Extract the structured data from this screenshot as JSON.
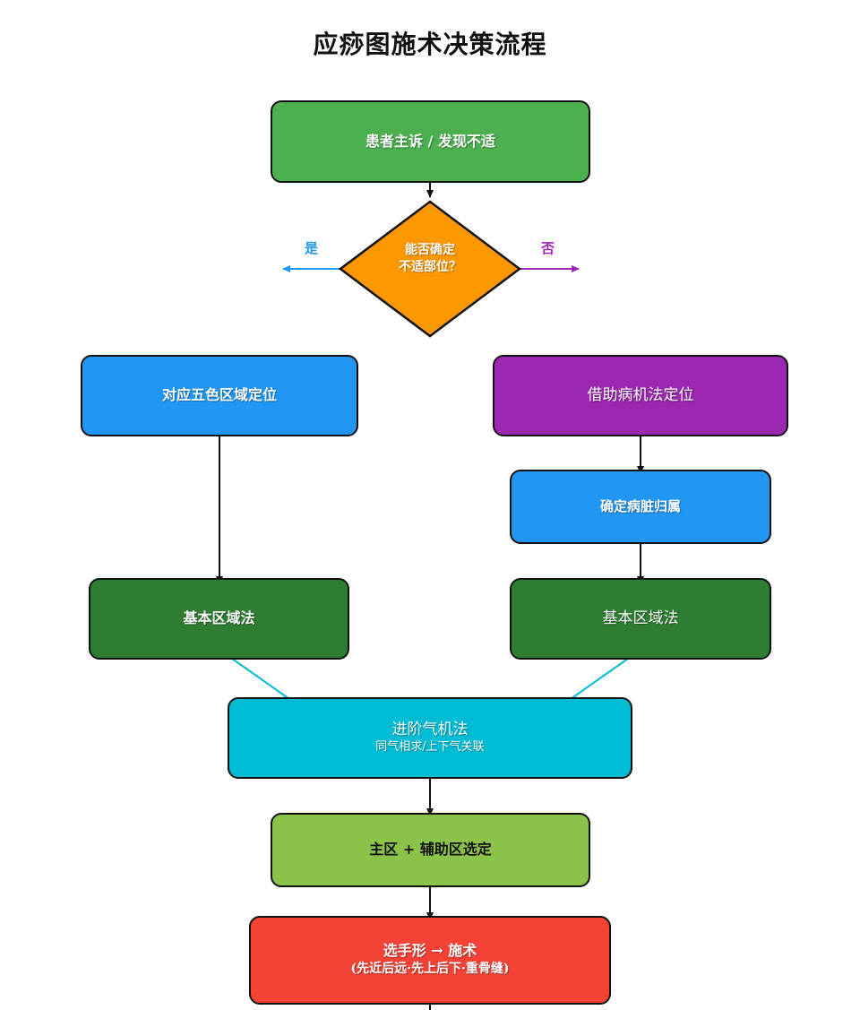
{
  "title": "应痧图施术决策流程",
  "nodes": {
    "start": "患者主诉 / 发现不适",
    "decision_line1": "能否确定",
    "decision_line2": "不适部位？",
    "yes_label": "是",
    "no_label": "否",
    "five_color": "对应五色区域定位",
    "pathogenesis": "借助病机法定位",
    "organ": "确定病脏归属",
    "basic_left": "基本区域法",
    "basic_right": "基本区域法",
    "advanced_main": "进阶气机法",
    "advanced_sub": "同气相求/上下气关联",
    "select": "主区 + 辅助区选定",
    "final_main": "选手形 → 施术",
    "final_sub": "(先近后远·先上后下·重骨缝)"
  },
  "colors": {
    "start": "#4caf50",
    "decision": "#ff9800",
    "yes": "#2196f3",
    "no": "#9c27b0",
    "five_color": "#2196f3",
    "pathogenesis": "#9c27b0",
    "organ": "#2196f3",
    "basic": "#2e7d32",
    "advanced": "#00bcd4",
    "select": "#8bc34a",
    "final": "#f44336",
    "edge": "#111111",
    "merge": "#00bcd4"
  }
}
